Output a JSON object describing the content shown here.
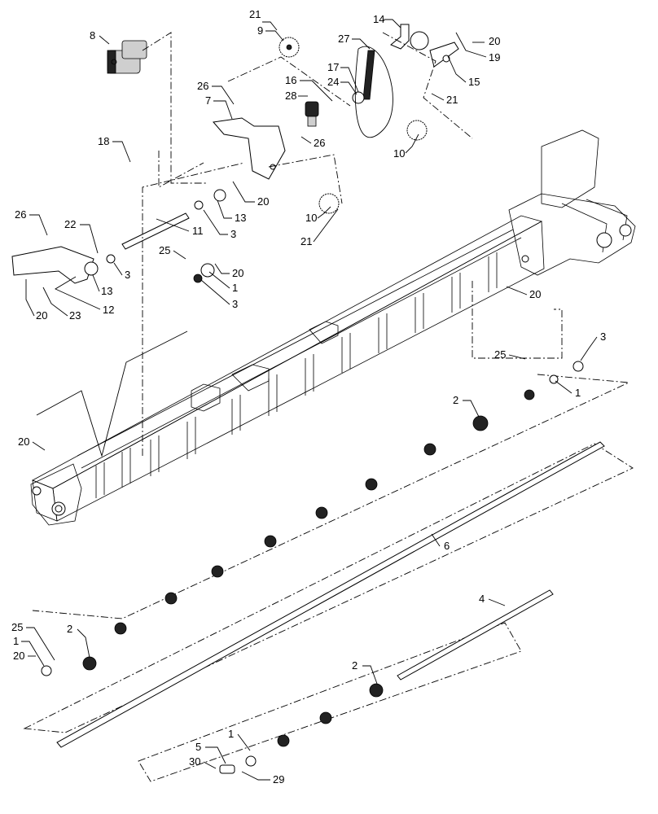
{
  "diagram": {
    "type": "exploded parts view",
    "callouts": [
      "1",
      "2",
      "3",
      "4",
      "5",
      "6",
      "7",
      "8",
      "9",
      "10",
      "11",
      "12",
      "13",
      "14",
      "15",
      "16",
      "17",
      "19",
      "20",
      "21",
      "22",
      "23",
      "24",
      "25",
      "26",
      "27",
      "28",
      "29",
      "30"
    ]
  }
}
